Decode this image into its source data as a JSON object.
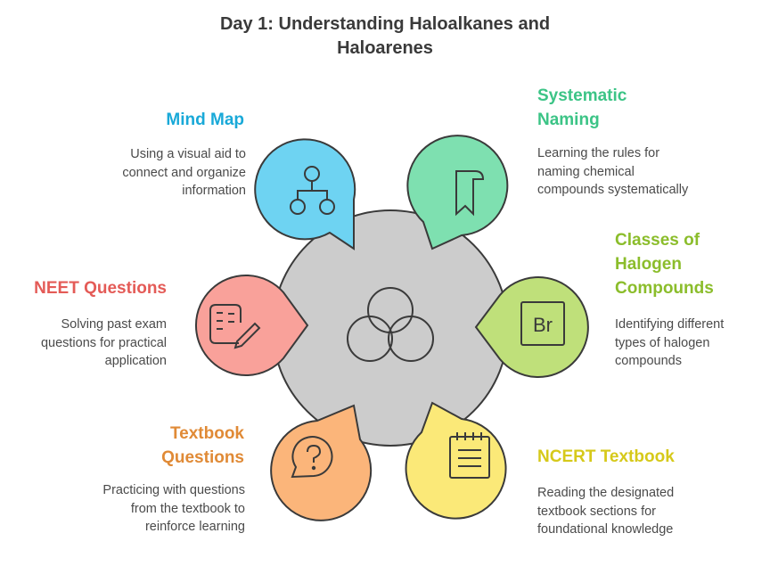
{
  "title": "Day 1: Understanding Haloalkanes and Haloarenes",
  "items": [
    {
      "heading": "Mind Map",
      "description": "Using a visual aid to connect and organize information",
      "icon": "network-icon",
      "color": "#6ed3f2"
    },
    {
      "heading": "Systematic Naming",
      "description": "Learning the rules for naming chemical compounds systematically",
      "icon": "scroll-icon",
      "color": "#7ee0b0"
    },
    {
      "heading": "Classes of Halogen Compounds",
      "description": "Identifying different types of halogen compounds",
      "icon": "bromine-element-icon",
      "icon_text": "Br",
      "color": "#bfe07a"
    },
    {
      "heading": "NCERT Textbook",
      "description": "Reading the designated textbook sections for foundational knowledge",
      "icon": "notepad-icon",
      "color": "#fbe978"
    },
    {
      "heading": "Textbook Questions",
      "description": "Practicing with questions from the textbook to reinforce learning",
      "icon": "question-bubble-icon",
      "color": "#fbb57a"
    },
    {
      "heading": "NEET Questions",
      "description": "Solving past exam questions for practical application",
      "icon": "checklist-pencil-icon",
      "color": "#f9a19a"
    }
  ],
  "center_icon": "three-circles-icon",
  "colors": {
    "center": "#cccccc",
    "outline": "#3a3a3a",
    "heading": [
      "#19a9d8",
      "#3cc486",
      "#8bbd2b",
      "#d6c91a",
      "#e08a36",
      "#e45b57"
    ]
  }
}
